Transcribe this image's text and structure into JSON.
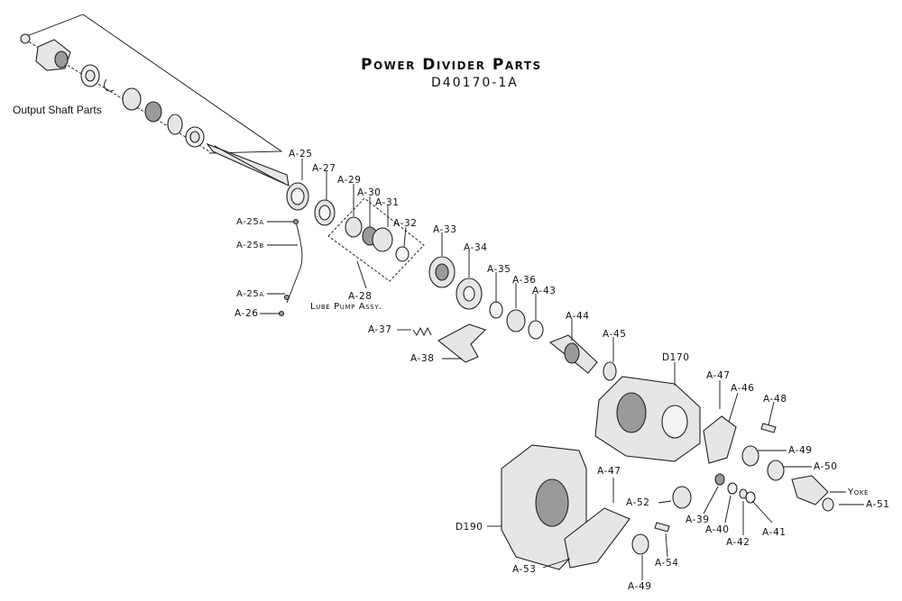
{
  "diagram": {
    "title": "Power Divider Parts",
    "subtitle": "D40170-1A",
    "groups": {
      "output_shaft": "Output Shaft Parts",
      "lube_pump": "Lube Pump Assy."
    },
    "parts": [
      {
        "id": "p-a25",
        "label": "A-25"
      },
      {
        "id": "p-a27",
        "label": "A-27"
      },
      {
        "id": "p-a29",
        "label": "A-29"
      },
      {
        "id": "p-a30",
        "label": "A-30"
      },
      {
        "id": "p-a31",
        "label": "A-31"
      },
      {
        "id": "p-a32",
        "label": "A-32"
      },
      {
        "id": "p-a33",
        "label": "A-33"
      },
      {
        "id": "p-a34",
        "label": "A-34"
      },
      {
        "id": "p-a35",
        "label": "A-35"
      },
      {
        "id": "p-a36",
        "label": "A-36"
      },
      {
        "id": "p-a43",
        "label": "A-43"
      },
      {
        "id": "p-a44",
        "label": "A-44"
      },
      {
        "id": "p-a45",
        "label": "A-45"
      },
      {
        "id": "p-a25a-1",
        "label": "A-25a"
      },
      {
        "id": "p-a25b",
        "label": "A-25b"
      },
      {
        "id": "p-a25a-2",
        "label": "A-25a"
      },
      {
        "id": "p-a26",
        "label": "A-26"
      },
      {
        "id": "p-a28",
        "label": "A-28"
      },
      {
        "id": "p-a37",
        "label": "A-37"
      },
      {
        "id": "p-a38",
        "label": "A-38"
      },
      {
        "id": "p-d170",
        "label": "D170"
      },
      {
        "id": "p-a47-1",
        "label": "A-47"
      },
      {
        "id": "p-a46",
        "label": "A-46"
      },
      {
        "id": "p-a48",
        "label": "A-48"
      },
      {
        "id": "p-a49-1",
        "label": "A-49"
      },
      {
        "id": "p-a50",
        "label": "A-50"
      },
      {
        "id": "p-yoke",
        "label": "Yoke"
      },
      {
        "id": "p-a51",
        "label": "A-51"
      },
      {
        "id": "p-a47-2",
        "label": "A-47"
      },
      {
        "id": "p-a52",
        "label": "A-52"
      },
      {
        "id": "p-a39",
        "label": "A-39"
      },
      {
        "id": "p-a40",
        "label": "A-40"
      },
      {
        "id": "p-a42",
        "label": "A-42"
      },
      {
        "id": "p-a41",
        "label": "A-41"
      },
      {
        "id": "p-d190",
        "label": "D190"
      },
      {
        "id": "p-a53",
        "label": "A-53"
      },
      {
        "id": "p-a54",
        "label": "A-54"
      },
      {
        "id": "p-a49-2",
        "label": "A-49"
      }
    ]
  }
}
